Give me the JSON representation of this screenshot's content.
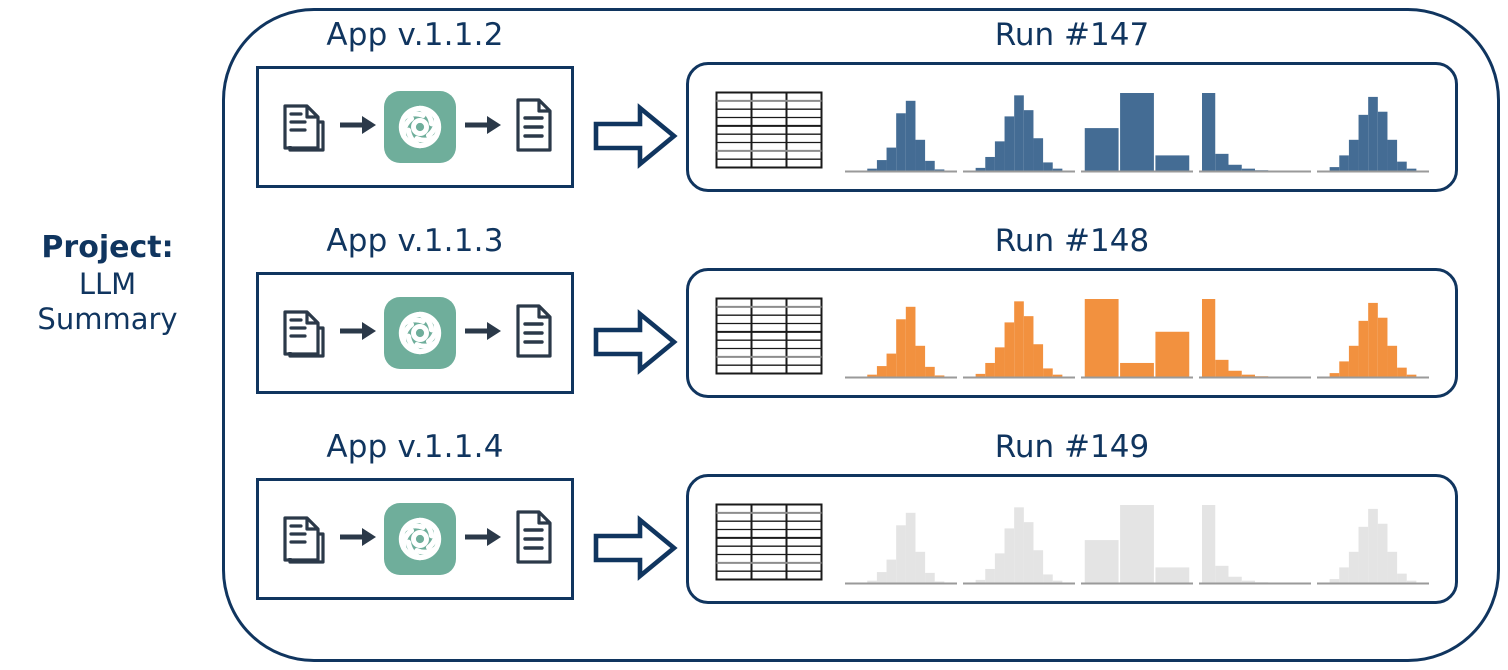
{
  "project": {
    "kicker": "Project:",
    "name_line1": "LLM",
    "name_line2": "Summary"
  },
  "colors": {
    "navy": "#10355F",
    "blue_bar": "#446C94",
    "orange_bar": "#F2913F",
    "gray_bar": "#E4E4E4",
    "llm_green": "#6FAE9B",
    "doc_outline": "#2B3949",
    "axis_gray": "#9A9A9A"
  },
  "icons": {
    "input_docs": "stacked-documents-icon",
    "llm": "openai-logo-icon",
    "output_doc": "document-icon",
    "flow_arrow": "arrow-right-icon",
    "produces_arrow": "block-arrow-right-icon",
    "table": "table-grid-icon"
  },
  "rows": [
    {
      "app_label": "App v.1.1.2",
      "run_label": "Run #147",
      "bar_color": "#446C94",
      "state": "complete"
    },
    {
      "app_label": "App v.1.1.3",
      "run_label": "Run #148",
      "bar_color": "#F2913F",
      "state": "complete"
    },
    {
      "app_label": "App v.1.1.4",
      "run_label": "Run #149",
      "bar_color": "#E4E4E4",
      "state": "pending"
    }
  ],
  "chart_data": [
    {
      "type": "bar",
      "title": "Run #147",
      "series_color": "#446C94",
      "panels": [
        {
          "name": "spiky-narrow",
          "values": [
            0,
            0,
            3,
            14,
            30,
            74,
            90,
            40,
            13,
            2,
            0
          ]
        },
        {
          "name": "bell-peak",
          "values": [
            0,
            4,
            18,
            38,
            70,
            97,
            78,
            42,
            11,
            3,
            0
          ]
        },
        {
          "name": "three-wide-bars",
          "values": [
            55,
            100,
            20
          ]
        },
        {
          "name": "exponential-decay",
          "values": [
            100,
            22,
            8,
            3,
            1,
            0,
            0,
            0
          ]
        },
        {
          "name": "bell-peak-2",
          "values": [
            0,
            5,
            20,
            40,
            72,
            95,
            76,
            40,
            12,
            3,
            0
          ]
        }
      ],
      "grid": false,
      "xlabel": "",
      "ylabel": "",
      "ylim": [
        0,
        100
      ]
    },
    {
      "type": "bar",
      "title": "Run #148",
      "series_color": "#F2913F",
      "panels": [
        {
          "name": "spiky-narrow",
          "values": [
            0,
            0,
            3,
            14,
            30,
            74,
            90,
            40,
            13,
            2,
            0
          ]
        },
        {
          "name": "bell-peak",
          "values": [
            0,
            4,
            18,
            38,
            70,
            97,
            78,
            42,
            11,
            3,
            0
          ]
        },
        {
          "name": "three-wide-bars",
          "values": [
            100,
            18,
            58
          ]
        },
        {
          "name": "exponential-decay",
          "values": [
            100,
            22,
            8,
            3,
            1,
            0,
            0,
            0
          ]
        },
        {
          "name": "bell-peak-2",
          "values": [
            0,
            5,
            20,
            40,
            72,
            95,
            76,
            40,
            12,
            3,
            0
          ]
        }
      ],
      "grid": false,
      "xlabel": "",
      "ylabel": "",
      "ylim": [
        0,
        100
      ]
    },
    {
      "type": "bar",
      "title": "Run #149",
      "series_color": "#E4E4E4",
      "panels": [
        {
          "name": "spiky-narrow",
          "values": [
            0,
            0,
            3,
            14,
            30,
            74,
            90,
            40,
            13,
            2,
            0
          ]
        },
        {
          "name": "bell-peak",
          "values": [
            0,
            4,
            18,
            38,
            70,
            97,
            78,
            42,
            11,
            3,
            0
          ]
        },
        {
          "name": "three-wide-bars",
          "values": [
            55,
            100,
            20
          ]
        },
        {
          "name": "exponential-decay",
          "values": [
            100,
            22,
            8,
            3,
            1,
            0,
            0,
            0
          ]
        },
        {
          "name": "bell-peak-2",
          "values": [
            0,
            5,
            20,
            40,
            72,
            95,
            76,
            40,
            12,
            3,
            0
          ]
        }
      ],
      "grid": false,
      "xlabel": "",
      "ylabel": "",
      "ylim": [
        0,
        100
      ]
    }
  ],
  "table_icon": {
    "columns": 3,
    "rows": 9
  }
}
